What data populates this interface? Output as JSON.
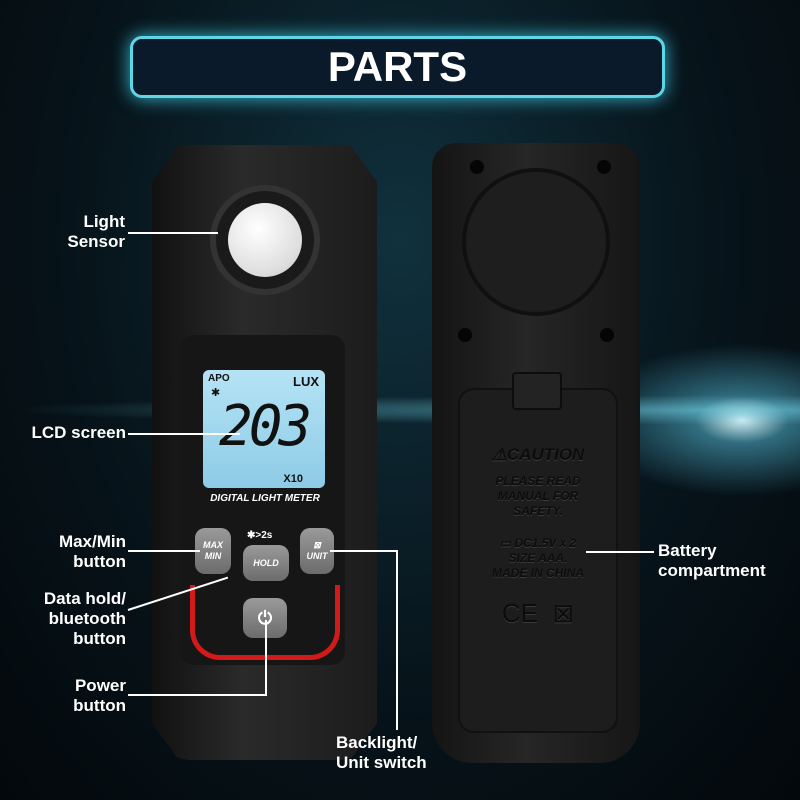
{
  "title": "PARTS",
  "labels": {
    "light_sensor": [
      "Light",
      "Sensor"
    ],
    "lcd_screen": "LCD screen",
    "max_min": [
      "Max/Min",
      "button"
    ],
    "data_hold": [
      "Data hold/",
      "bluetooth",
      "button"
    ],
    "power": [
      "Power",
      "button"
    ],
    "backlight": [
      "Backlight/",
      "Unit switch"
    ],
    "battery": [
      "Battery",
      "compartment"
    ]
  },
  "lcd": {
    "apo": "APO",
    "unit": "LUX",
    "reading": "203",
    "multiplier": "X10",
    "bluetooth_icon": "bluetooth-icon"
  },
  "device": {
    "model_text": "DIGITAL LIGHT METER",
    "max_min_button": [
      "MAX",
      "MIN"
    ],
    "hold_button": "HOLD",
    "hold_hint": "✱>2s",
    "unit_button": "UNIT",
    "accent_color": "#d21a1a"
  },
  "back": {
    "caution": "CAUTION",
    "warning": [
      "PLEASE READ",
      "MANUAL FOR",
      "SAFETY."
    ],
    "battery_spec": [
      "DC1.5V x 2",
      "SIZE AAA.",
      "MADE IN CHINA"
    ],
    "ce_mark": "CE"
  }
}
